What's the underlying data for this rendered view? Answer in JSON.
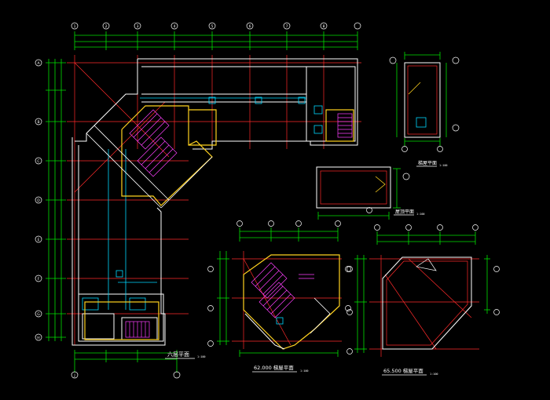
{
  "drawing": {
    "background": "#000000",
    "colors": {
      "wall": "#ffffff",
      "axis": "#ff2a2a",
      "dimension": "#00e000",
      "outline": "#ffd21f",
      "detail": "#00d8ff",
      "stair": "#ff40ff",
      "bubble": "#ffffff"
    },
    "plans": [
      {
        "caption": "六层平面",
        "scale": "1:100"
      },
      {
        "caption": "梯屋平面",
        "scale": "1:100"
      },
      {
        "caption": "屋顶平面",
        "scale": "1:100"
      },
      {
        "caption": "62.000 梯屋平面",
        "scale": "1:100"
      },
      {
        "caption": "65.500 梯屋平面",
        "scale": "1:100"
      }
    ],
    "grid_bubbles": {
      "top": [
        "1",
        "2",
        "3",
        "4",
        "5",
        "6",
        "7",
        "8"
      ],
      "left": [
        "A",
        "B",
        "C",
        "D",
        "E",
        "F",
        "G",
        "H",
        "J"
      ]
    }
  }
}
